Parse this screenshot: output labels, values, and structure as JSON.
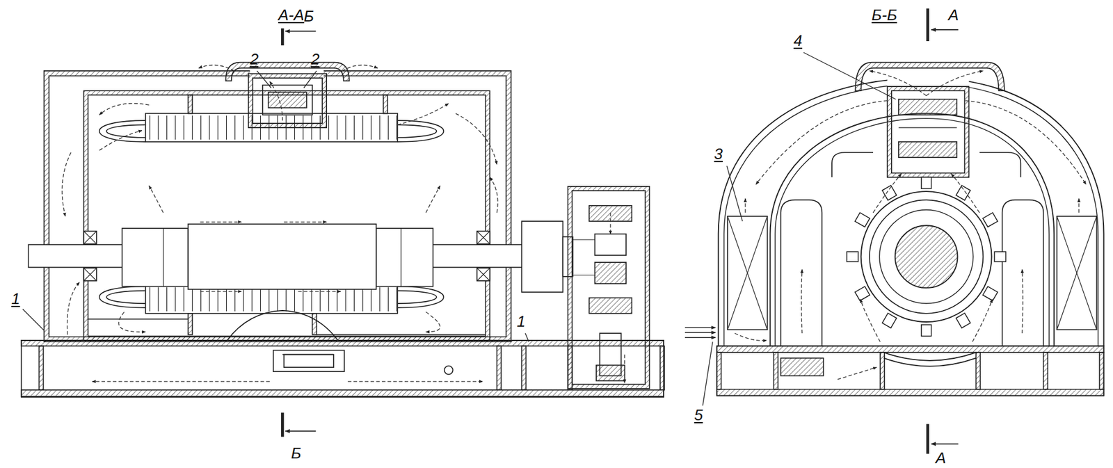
{
  "diagram": {
    "labels": [
      "А-А",
      "Б",
      "2",
      "2",
      "1",
      "1",
      "Б",
      "Б-Б",
      "А",
      "4",
      "3",
      "5",
      "А"
    ]
  }
}
